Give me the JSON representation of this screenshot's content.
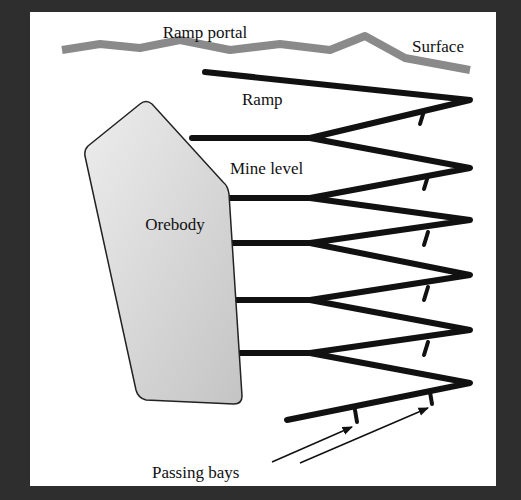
{
  "diagram": {
    "nodes": [
      {
        "text": [
          "Orebody"
        ]
      }
    ],
    "labels": [
      "Ramp portal",
      "Surface",
      "Ramp",
      "Mine level",
      "Passing bays"
    ]
  }
}
